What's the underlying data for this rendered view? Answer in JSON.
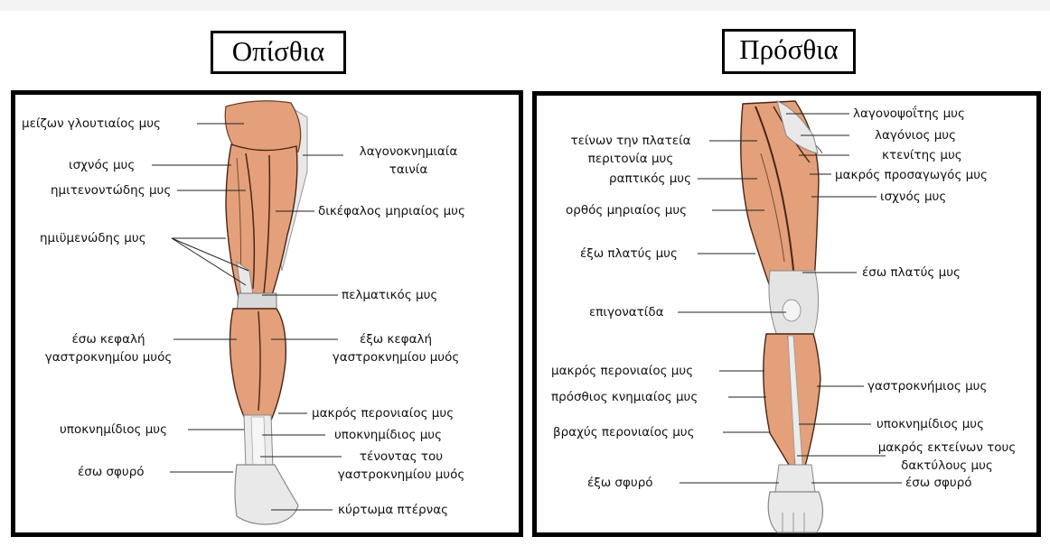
{
  "titles": {
    "back": "Οπίσθια",
    "front": "Πρόσθια"
  },
  "colors": {
    "muscle": "#e3a07a",
    "muscle_dark": "#c97a52",
    "tendon": "#e6e6e6",
    "outline": "#000000"
  },
  "back_labels": {
    "gluteus_maximus": "μείζων γλουτιαίος μυς",
    "iliotibial_band": "λαγονοκνημιαία ταινία",
    "gracilis": "ισχνός μυς",
    "semitendinosus": "ημιτενοντώδης μυς",
    "biceps_femoris": "δικέφαλος μηριαίος μυς",
    "semimembranosus": "ημιϋμενώδης μυς",
    "plantaris": "πελματικός μυς",
    "medial_head": "έσω κεφαλή γαστροκνημίου μυός",
    "lateral_head": "έξω κεφαλή γαστροκνημίου μυός",
    "peroneus_longus": "μακρός περονιαίος μυς",
    "soleus_right": "υποκνημίδιος μυς",
    "soleus_left": "υποκνημίδιος μυς",
    "achilles": "τένοντας του γαστροκνημίου μυός",
    "medial_malleolus": "έσω σφυρό",
    "calcaneal_tuberosity": "κύρτωμα πτέρνας"
  },
  "front_labels": {
    "iliopsoas": "λαγονοψοΐτης μυς",
    "tensor_fasciae_latae": "τείνων την πλατεία περιτονία μυς",
    "psoas": "λαγόνιος μυς",
    "pectineus": "κτενίτης μυς",
    "sartorius": "ραπτικός μυς",
    "adductor_longus": "μακρός προσαγωγός μυς",
    "gracilis": "ισχνός μυς",
    "rectus_femoris": "ορθός μηριαίος μυς",
    "vastus_lateralis": "έξω πλατύς μυς",
    "vastus_medialis": "έσω πλατύς μυς",
    "patella": "επιγονατίδα",
    "peroneus_longus": "μακρός περονιαίος μυς",
    "tibialis_anterior": "πρόσθιος κνημιαίος μυς",
    "gastrocnemius": "γαστροκνήμιος μυς",
    "soleus": "υποκνημίδιος μυς",
    "peroneus_brevis": "βραχύς περονιαίος μυς",
    "extensor_digitorum": "μακρός εκτείνων τους δακτύλους μυς",
    "lateral_malleolus": "έξω σφυρό",
    "medial_malleolus": "έσω σφυρό"
  }
}
